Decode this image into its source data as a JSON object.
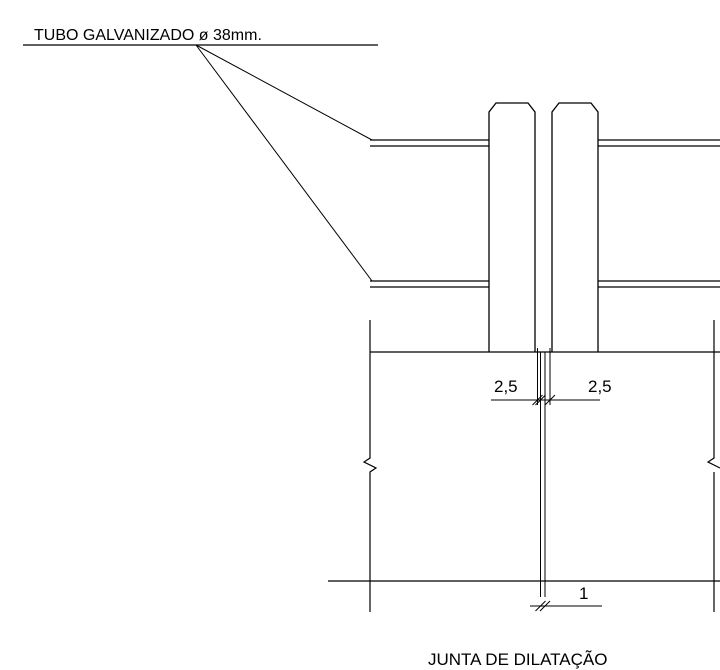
{
  "callout": {
    "label": "TUBO GALVANIZADO ø 38mm."
  },
  "dimensions": {
    "gap_left": "2,5",
    "gap_right": "2,5",
    "joint_width": "1"
  },
  "title": {
    "text": "JUNTA DE DILATAÇÃO"
  }
}
